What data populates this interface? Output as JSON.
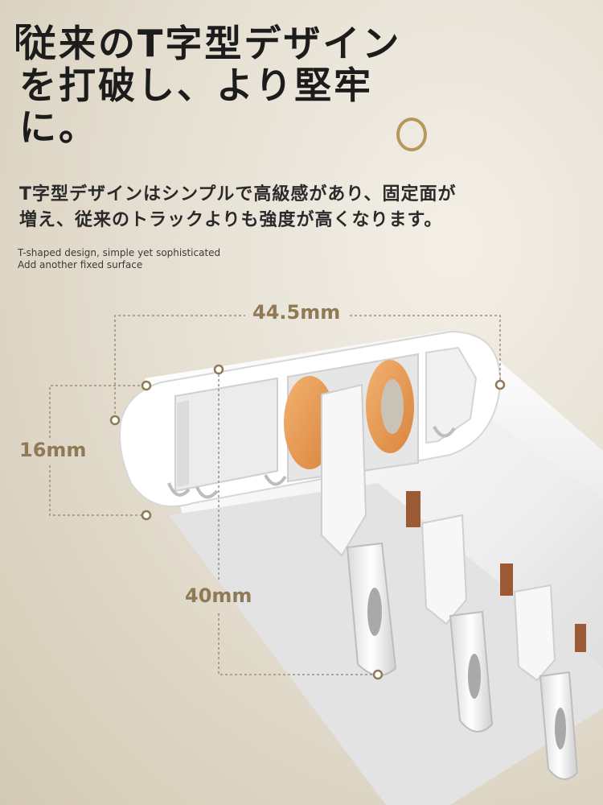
{
  "headline": {
    "line1": "従来のT字型デザイン",
    "line2": "を打破し、より堅牢",
    "line3": "に。"
  },
  "subtitle": {
    "line1": "T字型デザインはシンプルで高級感があり、固定面が",
    "line2": "増え、従来のトラックよりも強度が高くなります。"
  },
  "english": {
    "line1": "T-shaped design, simple yet sophisticated",
    "line2": "Add another fixed surface"
  },
  "dimensions": {
    "width": "44.5mm",
    "height": "16mm",
    "depth": "40mm"
  },
  "colors": {
    "accent": "#b8965c",
    "dimension_text": "#8f7a55",
    "roller": "#e39a53"
  }
}
